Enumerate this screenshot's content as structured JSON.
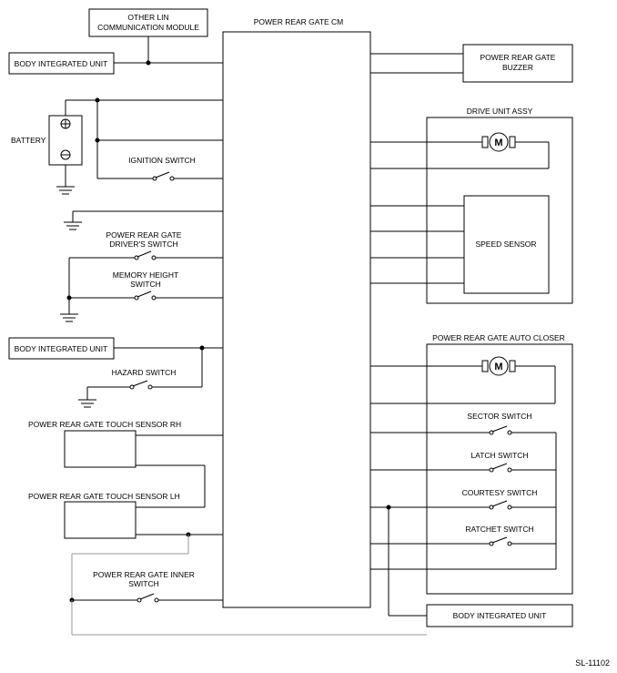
{
  "labels": {
    "other_lin_1": "OTHER LIN",
    "other_lin_2": "COMMUNICATION MODULE",
    "cm_title": "POWER REAR GATE CM",
    "body_unit_1": "BODY INTEGRATED UNIT",
    "buzzer_1": "POWER REAR GATE",
    "buzzer_2": "BUZZER",
    "battery": "BATTERY",
    "ignition_switch": "IGNITION SWITCH",
    "drive_unit_assy": "DRIVE UNIT ASSY",
    "speed_sensor": "SPEED SENSOR",
    "drivers_switch_1": "POWER REAR GATE",
    "drivers_switch_2": "DRIVER'S SWITCH",
    "memory_height_1": "MEMORY HEIGHT",
    "memory_height_2": "SWITCH",
    "body_unit_2": "BODY INTEGRATED UNIT",
    "hazard_switch": "HAZARD SWITCH",
    "auto_closer": "POWER REAR GATE AUTO CLOSER",
    "sector_switch": "SECTOR SWITCH",
    "latch_switch": "LATCH SWITCH",
    "courtesy_switch": "COURTESY SWITCH",
    "ratchet_switch": "RATCHET SWITCH",
    "touch_rh": "POWER REAR GATE TOUCH SENSOR RH",
    "touch_lh": "POWER REAR GATE TOUCH SENSOR LH",
    "inner_switch_1": "POWER REAR GATE INNER",
    "inner_switch_2": "SWITCH",
    "body_unit_3": "BODY INTEGRATED UNIT",
    "motor_symbol": "M",
    "figure_id": "SL-11102"
  },
  "colors": {
    "wire": "#000000",
    "shield_wire": "#999999",
    "background": "#ffffff"
  }
}
